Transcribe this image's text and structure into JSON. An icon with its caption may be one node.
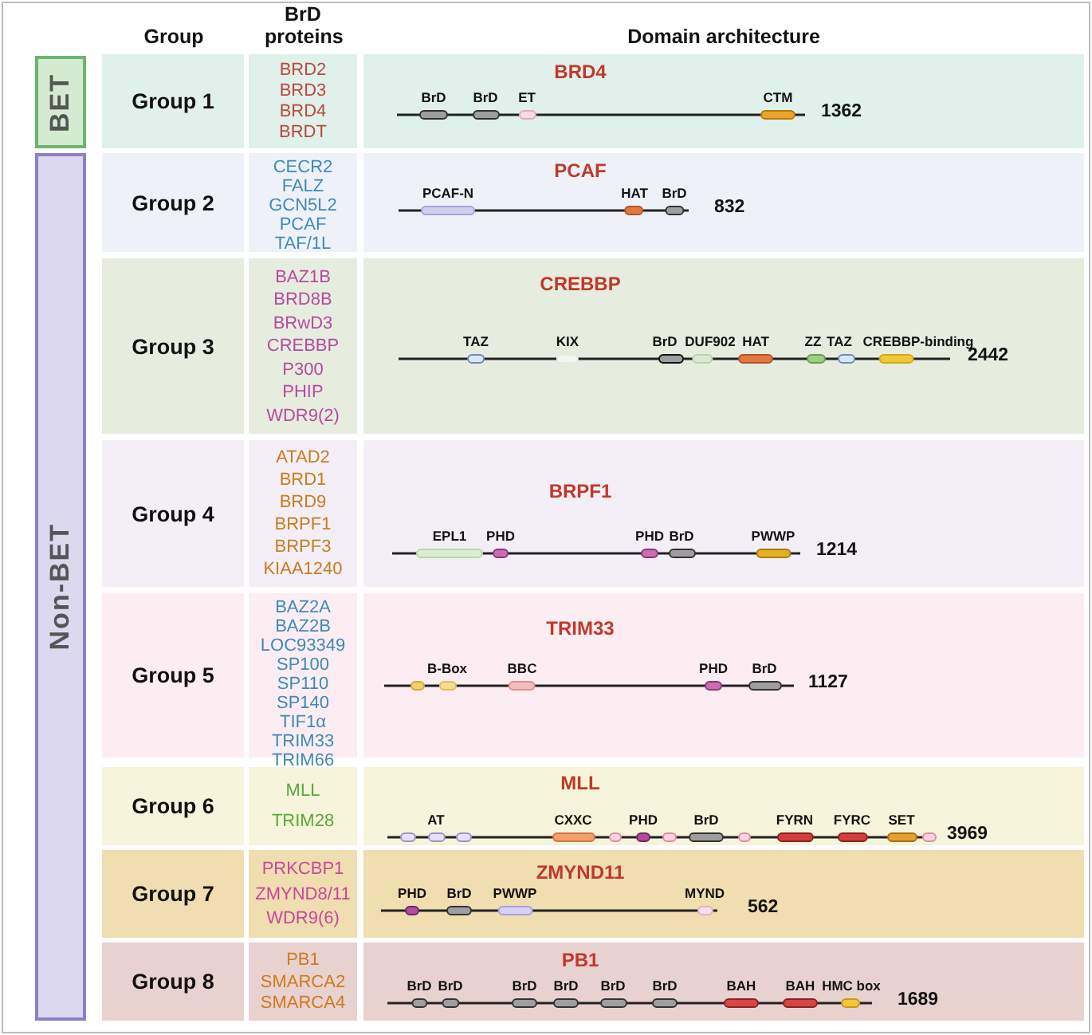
{
  "diagram": {
    "nodes": [
      {
        "text": [
          "BET"
        ]
      },
      {
        "text": [
          "Non-BET"
        ]
      },
      {
        "text": [
          "BrD"
        ]
      },
      {
        "text": [
          "BrD"
        ]
      },
      {
        "text": [
          "ET"
        ]
      },
      {
        "text": [
          "CTM"
        ]
      },
      {
        "text": [
          "PCAF-N"
        ]
      },
      {
        "text": [
          "HAT"
        ]
      },
      {
        "text": [
          "BrD"
        ]
      },
      {
        "text": [
          "TAZ"
        ]
      },
      {
        "text": [
          "KIX"
        ]
      },
      {
        "text": [
          "BrD"
        ]
      },
      {
        "text": [
          "DUF902"
        ]
      },
      {
        "text": [
          "HAT"
        ]
      },
      {
        "text": [
          "ZZ"
        ]
      },
      {
        "text": [
          "TAZ"
        ]
      },
      {
        "text": [
          "CREBBP-binding"
        ]
      },
      {
        "text": [
          "EPL1"
        ]
      },
      {
        "text": [
          "PHD"
        ]
      },
      {
        "text": [
          "PHD"
        ]
      },
      {
        "text": [
          "BrD"
        ]
      },
      {
        "text": [
          "PWWP"
        ]
      },
      {
        "text": [],
        "shape": "box"
      },
      {
        "text": [
          "B-Box"
        ]
      },
      {
        "text": [
          "BBC"
        ]
      },
      {
        "text": [
          "PHD"
        ]
      },
      {
        "text": [
          "BrD"
        ]
      },
      {
        "text": [],
        "shape": "box"
      },
      {
        "text": [
          "AT"
        ]
      },
      {
        "text": [],
        "shape": "box"
      },
      {
        "text": [
          "CXXC"
        ]
      },
      {
        "text": [],
        "shape": "box"
      },
      {
        "text": [
          "PHD"
        ]
      },
      {
        "text": [],
        "shape": "box"
      },
      {
        "text": [
          "BrD"
        ]
      },
      {
        "text": [],
        "shape": "box"
      },
      {
        "text": [
          "FYRN"
        ]
      },
      {
        "text": [
          "FYRC"
        ]
      },
      {
        "text": [
          "SET"
        ]
      },
      {
        "text": [],
        "shape": "box"
      },
      {
        "text": [
          "PHD"
        ]
      },
      {
        "text": [
          "BrD"
        ]
      },
      {
        "text": [
          "PWWP"
        ]
      },
      {
        "text": [
          "MYND"
        ]
      },
      {
        "text": [
          "BrD"
        ]
      },
      {
        "text": [
          "BrD"
        ]
      },
      {
        "text": [
          "BrD"
        ]
      },
      {
        "text": [
          "BrD"
        ]
      },
      {
        "text": [
          "BrD"
        ]
      },
      {
        "text": [
          "BrD"
        ]
      },
      {
        "text": [
          "BAH"
        ]
      },
      {
        "text": [
          "BAH"
        ]
      },
      {
        "text": [
          "HMC box"
        ]
      }
    ],
    "labels": [
      "Group",
      "BrD proteins",
      "Domain architecture",
      "Group 1",
      "BRD2",
      "BRD3",
      "BRD4",
      "BRDT",
      "BRD4",
      "1362",
      "Group 2",
      "CECR2",
      "FALZ",
      "GCN5L2",
      "PCAF",
      "TAF/1L",
      "PCAF",
      "832",
      "Group 3",
      "BAZ1B",
      "BRD8B",
      "BRwD3",
      "CREBBP",
      "P300",
      "PHIP",
      "WDR9(2)",
      "CREBBP",
      "2442",
      "Group 4",
      "ATAD2",
      "BRD1",
      "BRD9",
      "BRPF1",
      "BRPF3",
      "KIAA1240",
      "BRPF1",
      "1214",
      "Group 5",
      "BAZ2A",
      "BAZ2B",
      "LOC93349",
      "SP100",
      "SP110",
      "SP140",
      "TIF1α",
      "TRIM33",
      "TRIM66",
      "TRIM33",
      "1127",
      "Group 6",
      "MLL",
      "TRIM28",
      "MLL",
      "3969",
      "Group 7",
      "PRKCBP1",
      "ZMYND8/11",
      "WDR9(6)",
      "ZMYND11",
      "562",
      "Group 8",
      "PB1",
      "SMARCA2",
      "SMARCA4",
      "PB1",
      "1689"
    ]
  }
}
